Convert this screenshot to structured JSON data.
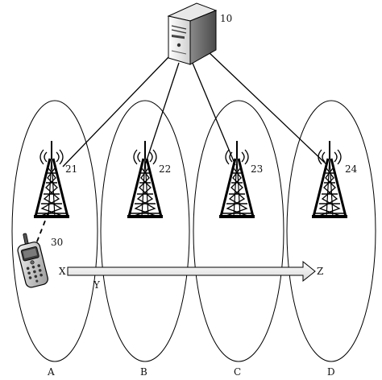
{
  "server": {
    "label": "10",
    "icon": "server-icon"
  },
  "towers": [
    {
      "label": "21",
      "icon": "cell-tower-icon"
    },
    {
      "label": "22",
      "icon": "cell-tower-icon"
    },
    {
      "label": "23",
      "icon": "cell-tower-icon"
    },
    {
      "label": "24",
      "icon": "cell-tower-icon"
    }
  ],
  "cells": [
    {
      "label": "A"
    },
    {
      "label": "B"
    },
    {
      "label": "C"
    },
    {
      "label": "D"
    }
  ],
  "phone": {
    "label": "30",
    "icon": "mobile-phone-icon"
  },
  "movement": {
    "start_label": "X",
    "mid_label": "Y",
    "end_label": "Z"
  }
}
